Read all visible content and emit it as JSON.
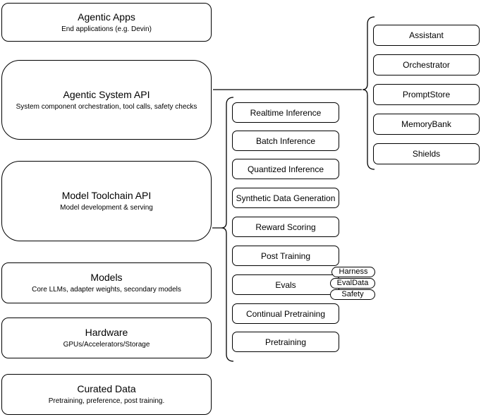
{
  "left_column": {
    "boxes": [
      {
        "title": "Agentic Apps",
        "subtitle": "End applications (e.g. Devin)"
      },
      {
        "title": "Agentic System API",
        "subtitle": "System component orchestration, tool calls, safety checks"
      },
      {
        "title": "Model Toolchain API",
        "subtitle": "Model development & serving"
      },
      {
        "title": "Models",
        "subtitle": "Core LLMs, adapter weights, secondary models"
      },
      {
        "title": "Hardware",
        "subtitle": "GPUs/Accelerators/Storage"
      },
      {
        "title": "Curated Data",
        "subtitle": "Pretraining, preference, post training."
      }
    ]
  },
  "toolchain_group": {
    "items": [
      {
        "label": "Realtime Inference"
      },
      {
        "label": "Batch Inference"
      },
      {
        "label": "Quantized Inference"
      },
      {
        "label": "Synthetic Data Generation"
      },
      {
        "label": "Reward Scoring"
      },
      {
        "label": "Post Training"
      },
      {
        "label": "Evals"
      },
      {
        "label": "Continual Pretraining"
      },
      {
        "label": "Pretraining"
      }
    ],
    "eval_tags": [
      {
        "label": "Harness"
      },
      {
        "label": "EvalData"
      },
      {
        "label": "Safety"
      }
    ]
  },
  "agentic_group": {
    "items": [
      {
        "label": "Assistant"
      },
      {
        "label": "Orchestrator"
      },
      {
        "label": "PromptStore"
      },
      {
        "label": "MemoryBank"
      },
      {
        "label": "Shields"
      }
    ]
  },
  "colors": {
    "background": "#ffffff",
    "border": "#000000",
    "text": "#000000"
  }
}
